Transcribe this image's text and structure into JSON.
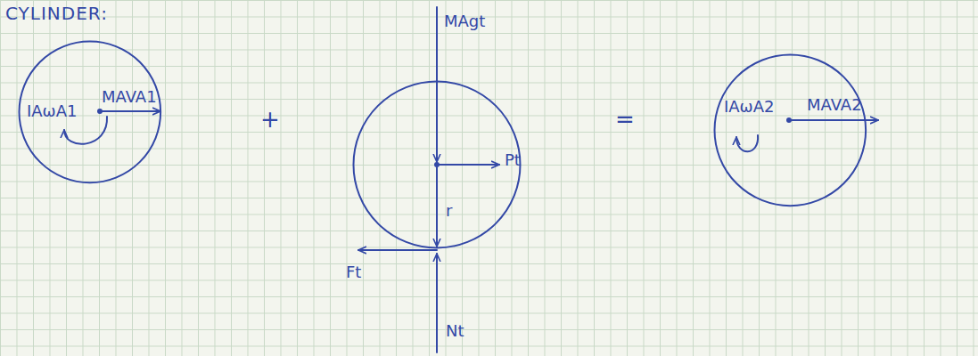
{
  "diagram": {
    "title": "CYLINDER:",
    "nodes": [
      {
        "text": [
          "IAωA1",
          "MAVA1"
        ]
      },
      {
        "text": [
          "r"
        ]
      },
      {
        "text": [
          "IAωA2",
          "MAVA2"
        ]
      }
    ],
    "labels": [
      "+",
      "MAgt",
      "Pt",
      "Ft",
      "Nt",
      "="
    ]
  }
}
